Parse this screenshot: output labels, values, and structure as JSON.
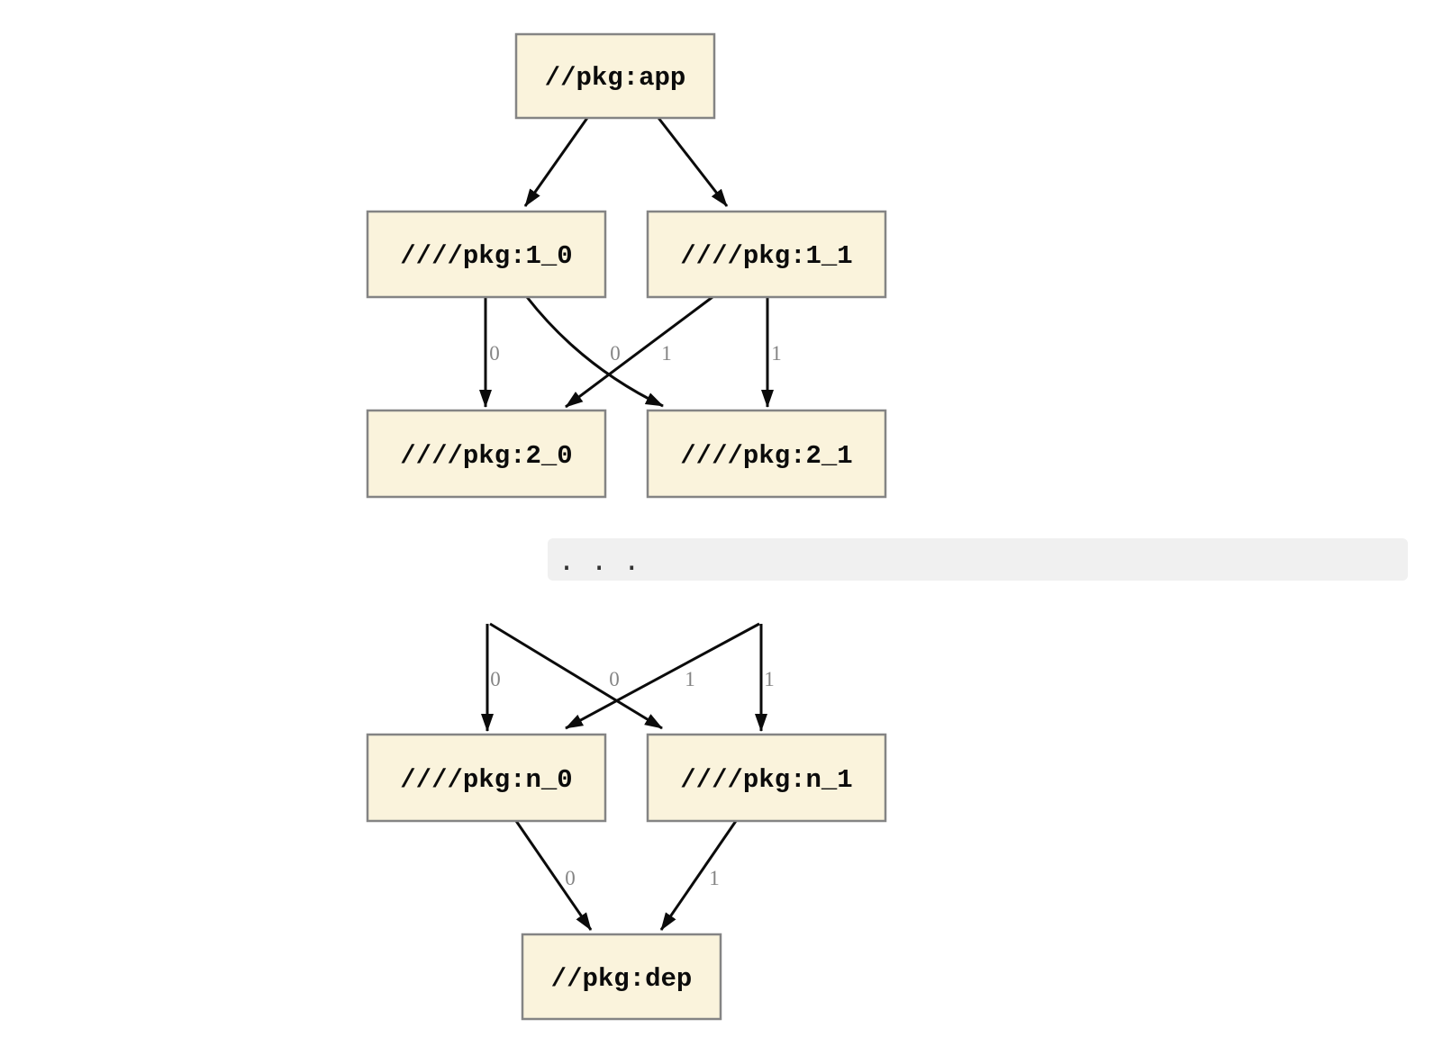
{
  "diagram": {
    "kind": "package-dependency-graph",
    "nodes": [
      {
        "id": "app",
        "label": "//pkg:app"
      },
      {
        "id": "1_0",
        "label": "////pkg:1_0"
      },
      {
        "id": "1_1",
        "label": "////pkg:1_1"
      },
      {
        "id": "2_0",
        "label": "////pkg:2_0"
      },
      {
        "id": "2_1",
        "label": "////pkg:2_1"
      },
      {
        "id": "n_0",
        "label": "////pkg:n_0"
      },
      {
        "id": "n_1",
        "label": "////pkg:n_1"
      },
      {
        "id": "dep",
        "label": "//pkg:dep"
      }
    ],
    "ellipsis": ". . .",
    "edges": [
      {
        "from": "app",
        "to": "1_0",
        "label": ""
      },
      {
        "from": "app",
        "to": "1_1",
        "label": ""
      },
      {
        "from": "1_0",
        "to": "2_0",
        "label": "0"
      },
      {
        "from": "1_0",
        "to": "2_1",
        "label": "0"
      },
      {
        "from": "1_1",
        "to": "2_0",
        "label": "1"
      },
      {
        "from": "1_1",
        "to": "2_1",
        "label": "1"
      },
      {
        "from": ". . .",
        "to": "n_0",
        "label": "0"
      },
      {
        "from": ". . .",
        "to": "n_1",
        "label": "0"
      },
      {
        "from": ". . .",
        "to": "n_0",
        "label": "1"
      },
      {
        "from": ". . .",
        "to": "n_1",
        "label": "1"
      },
      {
        "from": "n_0",
        "to": "dep",
        "label": "0"
      },
      {
        "from": "n_1",
        "to": "dep",
        "label": "1"
      }
    ],
    "colors": {
      "node_fill": "#FAF3DC",
      "node_border": "#848484",
      "edge": "#0B0B0B",
      "edge_label": "#848484",
      "ellipsis_bar": "#F0F0F0",
      "ellipsis_dots": "#333333",
      "background": "#FFFFFF"
    }
  }
}
